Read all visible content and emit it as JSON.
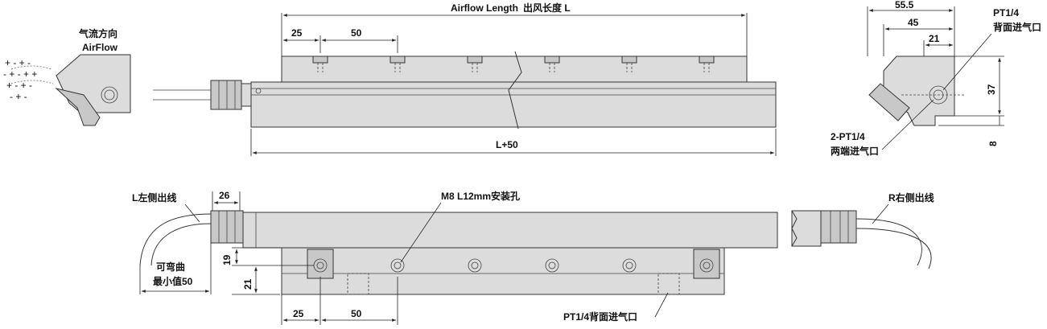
{
  "top_view": {
    "airflow_length_label": "Airflow Length",
    "airflow_length_cn": "出风长度 L",
    "pitch_first": "25",
    "pitch_second": "50",
    "total_length": "L+50"
  },
  "side_left": {
    "airflow_cn": "气流方向",
    "airflow_en": "AirFlow"
  },
  "side_right": {
    "width_total": "55.5",
    "width_mid": "45",
    "width_small": "21",
    "height_main": "37",
    "height_base": "8",
    "rear_inlet": "PT1/4",
    "rear_inlet_cn": "背面进气口",
    "end_inlet": "2-PT1/4",
    "end_inlet_cn": "两端进气口"
  },
  "bottom_view": {
    "left_cable": "L左侧出线",
    "right_cable": "R右侧出线",
    "nut_length": "26",
    "mount_hole": "M8 L12mm安装孔",
    "bend_line1": "可弯曲",
    "bend_line2": "最小值50",
    "dim_19": "19",
    "dim_21": "21",
    "pitch_first": "25",
    "pitch_second": "50",
    "rear_inlet_label": "PT1/4背面进气口"
  }
}
